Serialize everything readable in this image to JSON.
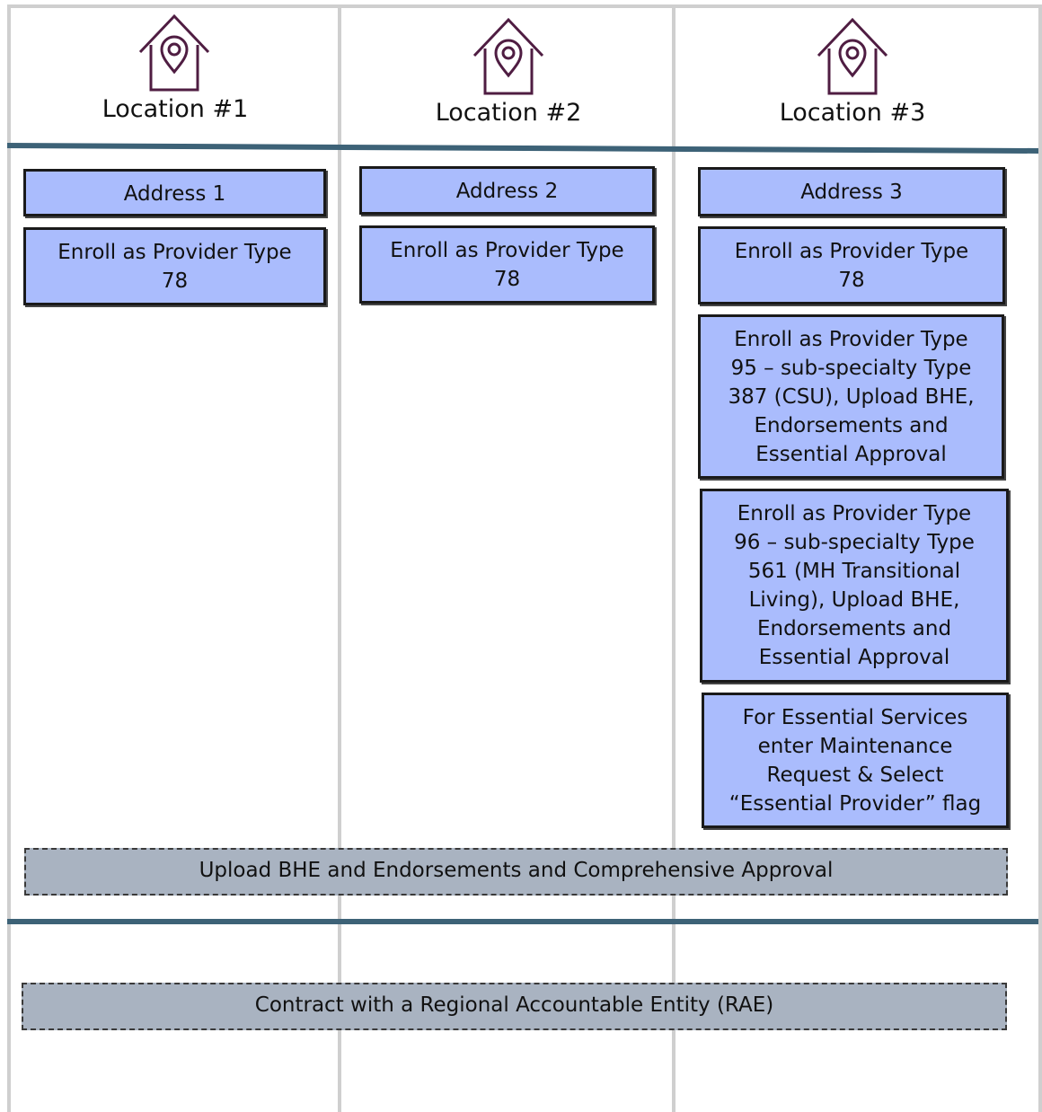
{
  "locations": [
    {
      "title": "Location #1",
      "icon": "house-pin-icon"
    },
    {
      "title": "Location #2",
      "icon": "house-pin-icon"
    },
    {
      "title": "Location #3",
      "icon": "house-pin-icon"
    }
  ],
  "columns": {
    "loc1": {
      "address": "Address 1",
      "enroll": "Enroll as Provider Type 78"
    },
    "loc2": {
      "address": "Address 2",
      "enroll": "Enroll as Provider Type 78"
    },
    "loc3": {
      "address": "Address 3",
      "enroll": "Enroll as Provider Type 78",
      "type95": "Enroll as Provider Type 95 – sub-specialty Type 387 (CSU), Upload BHE, Endorsements and Essential Approval",
      "type96": "Enroll as Provider Type 96 – sub-specialty Type 561 (MH Transitional Living), Upload BHE, Endorsements and Essential Approval",
      "essential": "For Essential Services enter Maintenance Request & Select “Essential Provider” flag"
    }
  },
  "spanning": {
    "upload_bhe": "Upload BHE and Endorsements and Comprehensive Approval",
    "rae_contract": "Contract with a Regional Accountable Entity (RAE)"
  },
  "colors": {
    "box_fill": "#aabcfd",
    "dashed_fill": "#a9b3c1",
    "rule": "#3d6277",
    "icon_stroke": "#4f1d42"
  }
}
